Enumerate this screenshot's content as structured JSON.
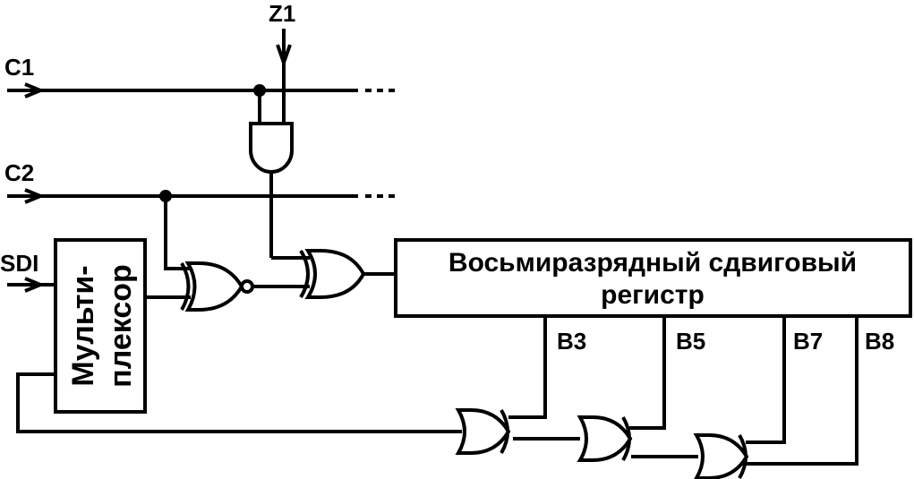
{
  "inputs": {
    "c1": "C1",
    "c2": "C2",
    "z1": "Z1",
    "sdi": "SDI"
  },
  "register": {
    "line1": "Восьмиразрядный сдвиговый",
    "line2": "регистр"
  },
  "multiplexer": {
    "line1": "Мульти-",
    "line2": "плексор"
  },
  "taps": [
    "B3",
    "B5",
    "B7",
    "B8"
  ]
}
